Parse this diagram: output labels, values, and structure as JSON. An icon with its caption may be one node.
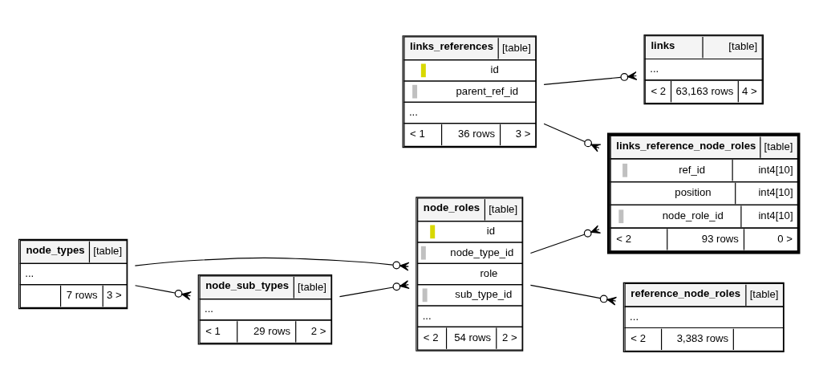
{
  "diagram": {
    "nodes": [
      {
        "text": [
          "links",
          "[table]",
          "...",
          "< 2",
          "63,163 rows",
          "4 >"
        ]
      },
      {
        "text": [
          "links_references",
          "[table]",
          "id",
          "parent_ref_id",
          "...",
          "< 1",
          "36 rows",
          "3 >"
        ]
      },
      {
        "text": [
          "links_reference_node_roles",
          "[table]",
          "ref_id",
          "int4[10]",
          "position",
          "int4[10]",
          "node_role_id",
          "int4[10]",
          "< 2",
          "93 rows",
          "0 >"
        ]
      },
      {
        "text": [
          "node_roles",
          "[table]",
          "id",
          "node_type_id",
          "role",
          "sub_type_id",
          "...",
          "< 2",
          "54 rows",
          "2 >"
        ]
      },
      {
        "text": [
          "reference_node_roles",
          "[table]",
          "...",
          "< 2",
          "3,383 rows"
        ]
      },
      {
        "text": [
          "node_types",
          "[table]",
          "...",
          "7 rows",
          "3 >"
        ]
      },
      {
        "text": [
          "node_sub_types",
          "[table]",
          "...",
          "< 1",
          "29 rows",
          "2 >"
        ]
      }
    ],
    "edges": [
      {
        "from": 1,
        "to": 0,
        "arrow": "other"
      },
      {
        "from": 1,
        "to": 2,
        "arrow": "other"
      },
      {
        "from": 3,
        "to": 2,
        "arrow": "other"
      },
      {
        "from": 3,
        "to": 4,
        "arrow": "other"
      },
      {
        "from": 5,
        "to": 3,
        "arrow": "other"
      },
      {
        "from": 5,
        "to": 6,
        "arrow": "other"
      },
      {
        "from": 6,
        "to": 3,
        "arrow": "other"
      }
    ]
  }
}
